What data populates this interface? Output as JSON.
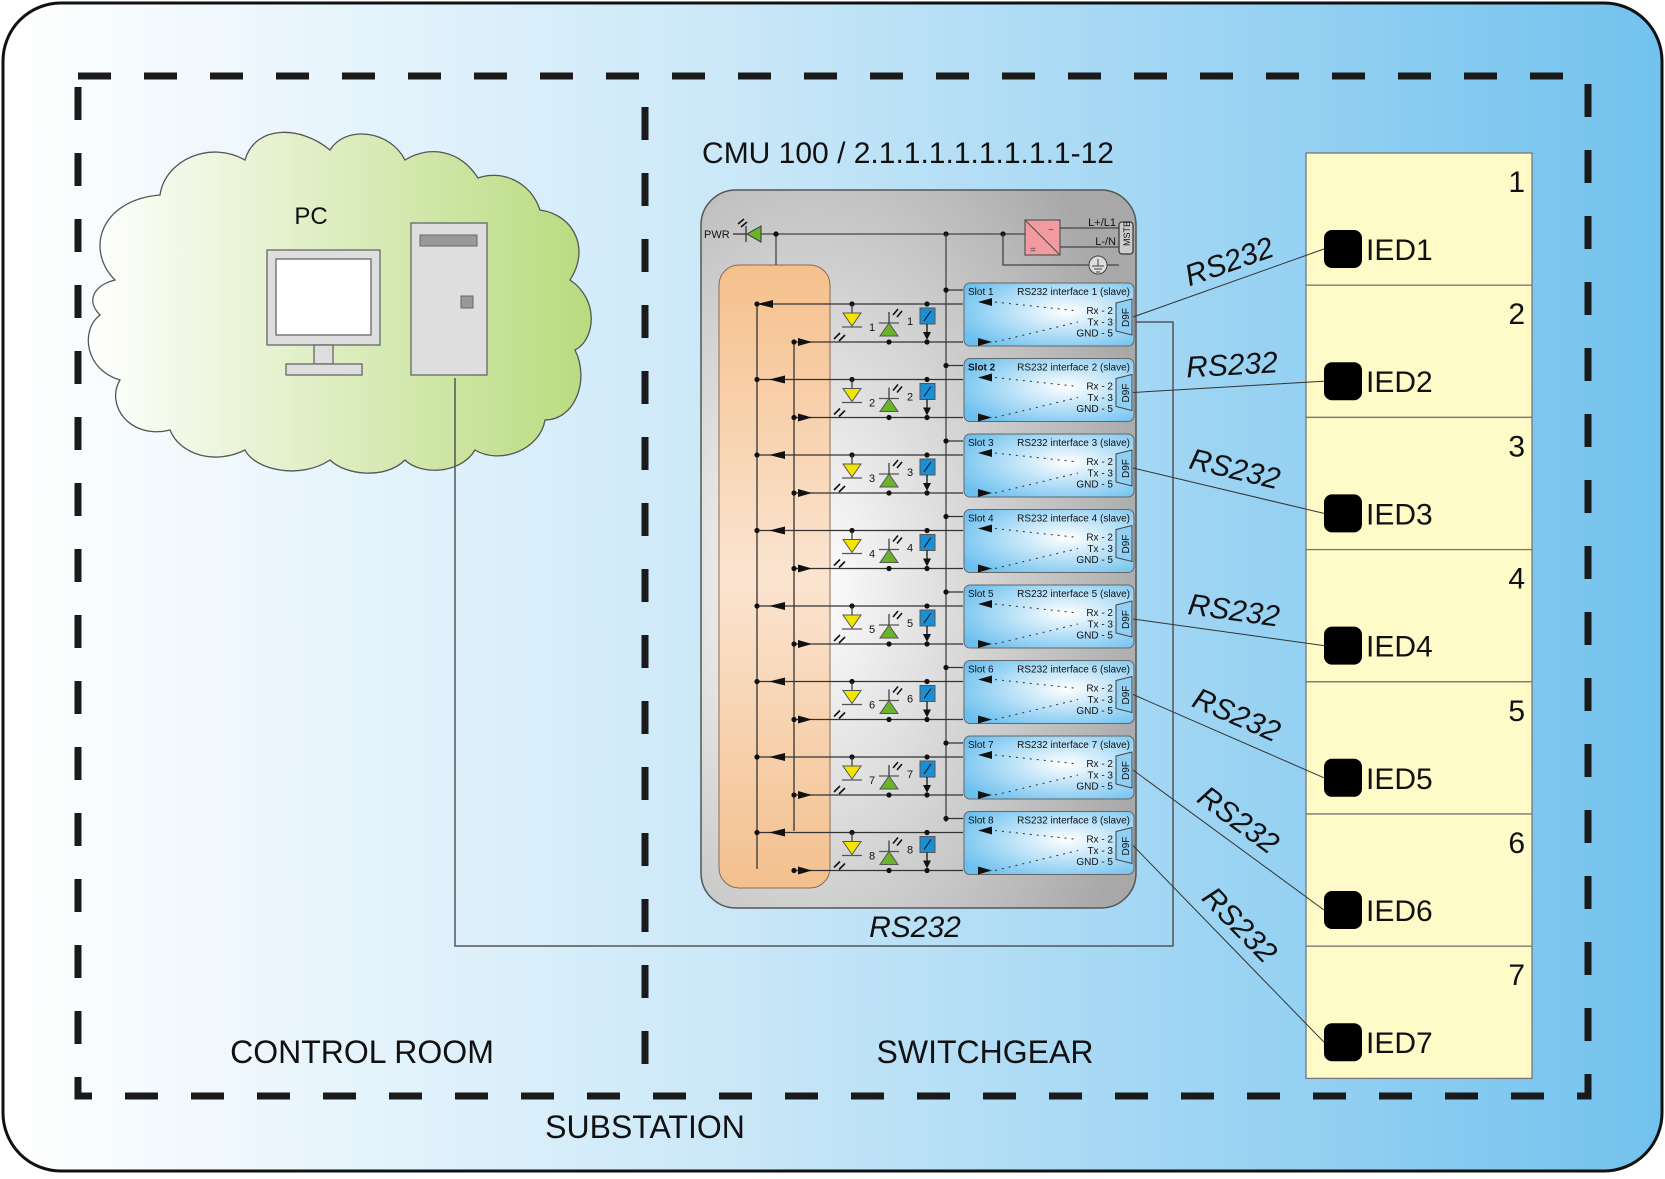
{
  "title": "CMU 100 / 2.1.1.1.1.1.1.1.1-12",
  "zones": {
    "substation": "SUBSTATION",
    "control_room": "CONTROL ROOM",
    "switchgear": "SWITCHGEAR"
  },
  "pc": {
    "label": "PC",
    "icons": [
      "monitor-icon",
      "tower-icon"
    ]
  },
  "cmu": {
    "power_label": "PWR",
    "psu_terminals": [
      "L+/L1",
      "L-/N"
    ],
    "psu_connector": "MSTB",
    "bus_label": "RS232",
    "slots": [
      {
        "slot": "Slot 1",
        "number": "1",
        "interface": "RS232 interface 1 (slave)"
      },
      {
        "slot": "Slot 2",
        "number": "2",
        "interface": "RS232 interface 2 (slave)"
      },
      {
        "slot": "Slot 3",
        "number": "3",
        "interface": "RS232 interface 3 (slave)"
      },
      {
        "slot": "Slot 4",
        "number": "4",
        "interface": "RS232 interface 4 (slave)"
      },
      {
        "slot": "Slot 5",
        "number": "5",
        "interface": "RS232 interface 5 (slave)"
      },
      {
        "slot": "Slot 6",
        "number": "6",
        "interface": "RS232 interface 6 (slave)"
      },
      {
        "slot": "Slot 7",
        "number": "7",
        "interface": "RS232 interface 7 (slave)"
      },
      {
        "slot": "Slot 8",
        "number": "8",
        "interface": "RS232 interface 8 (slave)"
      }
    ],
    "pins": [
      "Rx - 2",
      "Tx - 3",
      "GND - 5"
    ],
    "connector": "D9F"
  },
  "link_label": "RS232",
  "ieds": [
    {
      "row": "1",
      "name": "IED1",
      "slot_index": 1
    },
    {
      "row": "2",
      "name": "IED2",
      "slot_index": 2
    },
    {
      "row": "3",
      "name": "IED3",
      "slot_index": 3
    },
    {
      "row": "4",
      "name": "IED4",
      "slot_index": 5
    },
    {
      "row": "5",
      "name": "IED5",
      "slot_index": 6
    },
    {
      "row": "6",
      "name": "IED6",
      "slot_index": 7
    },
    {
      "row": "7",
      "name": "IED7",
      "slot_index": 8
    }
  ],
  "colors": {
    "bg_left": "#ffffff",
    "bg_right": "#6fc0ee",
    "ied_fill": "#fffbc8",
    "cmu_fill": "#b8b8b8",
    "bus_fill": "#f5c08c",
    "slot_fill": "#7fc8f0",
    "led_yellow": "#f2e600",
    "led_green": "#6ab42a",
    "relay_blue": "#1a8fd6",
    "psu_pink": "#f19ba0",
    "cloud_green": "#bfde8a"
  }
}
